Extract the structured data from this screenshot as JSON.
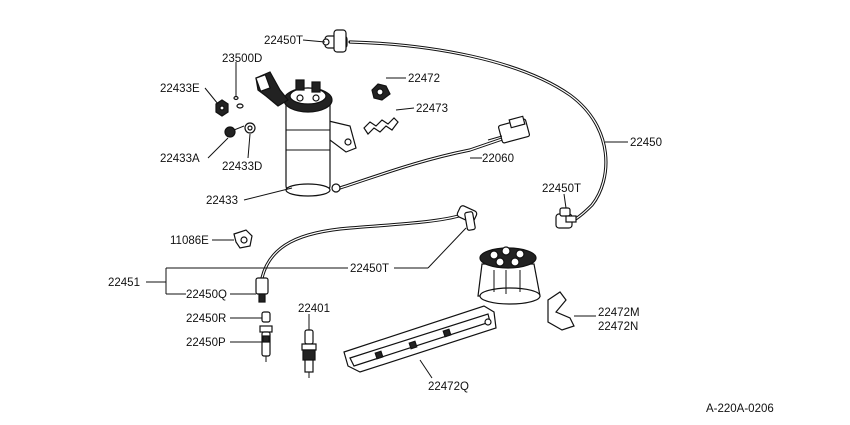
{
  "labels": {
    "l22450T_top": "22450T",
    "l23500D": "23500D",
    "l22472": "22472",
    "l22433E": "22433E",
    "l22473": "22473",
    "l22450": "22450",
    "l22433A": "22433A",
    "l22433D": "22433D",
    "l22060": "22060",
    "l22433": "22433",
    "l22450T_right": "22450T",
    "l11086E": "11086E",
    "l22450T_mid": "22450T",
    "l22451": "22451",
    "l22450Q": "22450Q",
    "l22401": "22401",
    "l22450R": "22450R",
    "l22472M": "22472M",
    "l22472N": "22472N",
    "l22450P": "22450P",
    "l22472Q": "22472Q"
  },
  "diagram_code": "A-220A-0206"
}
